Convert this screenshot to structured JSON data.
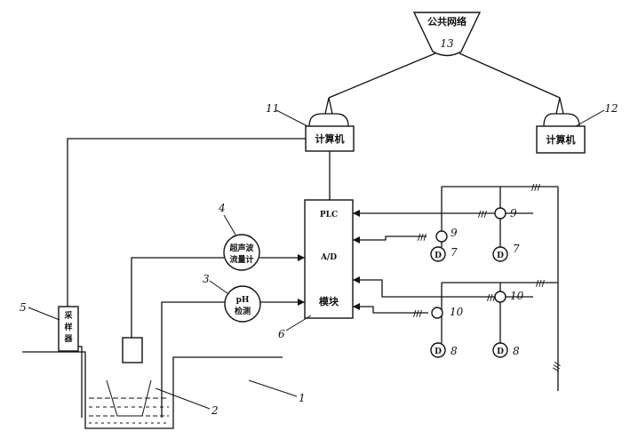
{
  "network": {
    "label": "公共网络",
    "number": "13"
  },
  "computer_left": {
    "label": "计算机",
    "number": "11"
  },
  "computer_right": {
    "label": "计算机",
    "number": "12"
  },
  "plc": {
    "plc_label": "PLC",
    "ad_label": "A/D",
    "module_label": "模块",
    "number": "6"
  },
  "flowmeter": {
    "line1": "超声波",
    "line2": "流量计",
    "number": "4"
  },
  "ph_sensor": {
    "line1": "pH",
    "line2": "检测",
    "number": "3"
  },
  "sampler": {
    "line1": "采",
    "line2": "样",
    "line3": "器",
    "number": "5"
  },
  "tank": {
    "number": "1"
  },
  "pipe": {
    "number": "2"
  },
  "motors": [
    {
      "symbol": "D",
      "number": "7"
    },
    {
      "symbol": "D",
      "number": "7"
    },
    {
      "symbol": "D",
      "number": "8"
    },
    {
      "symbol": "D",
      "number": "8"
    }
  ],
  "relays": [
    {
      "number": "9"
    },
    {
      "number": "9"
    },
    {
      "number": "10"
    },
    {
      "number": "10"
    }
  ]
}
